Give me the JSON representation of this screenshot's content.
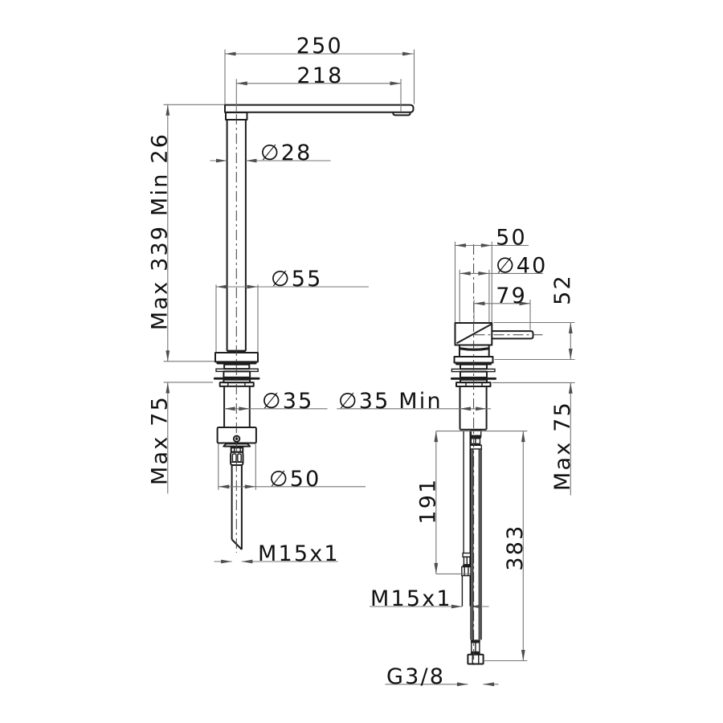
{
  "drawing": {
    "kind": "faucet-dimension-drawing",
    "background_color": "#ffffff",
    "object_line_color": "#1d1d1d",
    "dimension_line_color": "#757575",
    "centerline_color": "#3d3d3d",
    "text_color": "#111111",
    "labels": {
      "reach_overall": "250",
      "reach_spout": "218",
      "spout_pipe_diameter": "∅28",
      "height_range": "Max 339 Min 26",
      "base_diameter": "∅55",
      "deck_thickness_front": "Max 75",
      "shank_diameter_front": "∅35",
      "block_diameter": "∅50",
      "tail_thread_front": "M15x1",
      "body_width_side": "50",
      "neck_diameter_side": "∅40",
      "lever_length": "79",
      "handle_height": "52",
      "shank_diameter_side": "∅35 Min",
      "deck_thickness_side": "Max 75",
      "hose_short_length": "191",
      "hose_long_length": "383",
      "hose_thread": "M15x1",
      "supply_thread": "G3/8"
    }
  }
}
